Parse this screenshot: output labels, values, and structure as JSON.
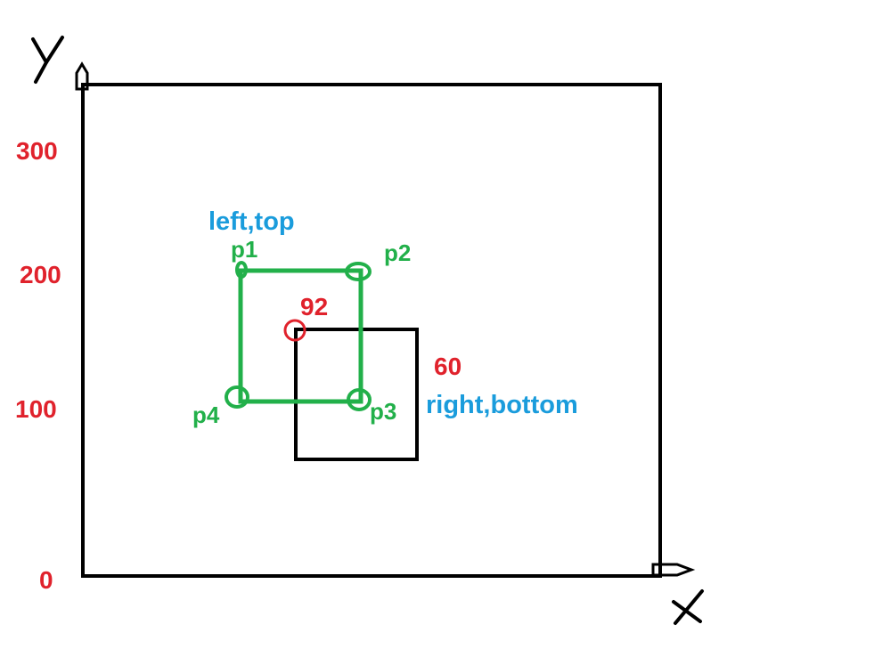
{
  "axes": {
    "x_label": "X",
    "y_label": "Y",
    "y_ticks": [
      "300",
      "200",
      "100",
      "0"
    ]
  },
  "rect_a": {
    "corners": {
      "p1": "p1",
      "p2": "p2",
      "p3": "p3",
      "p4": "p4"
    },
    "corner_note_top": "left,top",
    "corner_note_bottom": "right,bottom"
  },
  "rect_b": {
    "corner_value": "92",
    "side_value": "60"
  },
  "colors": {
    "axis": "#000000",
    "ticks": "#e0222c",
    "rect_a": "#22b04a",
    "notes": "#1a9cdc",
    "marker": "#e0222c"
  }
}
